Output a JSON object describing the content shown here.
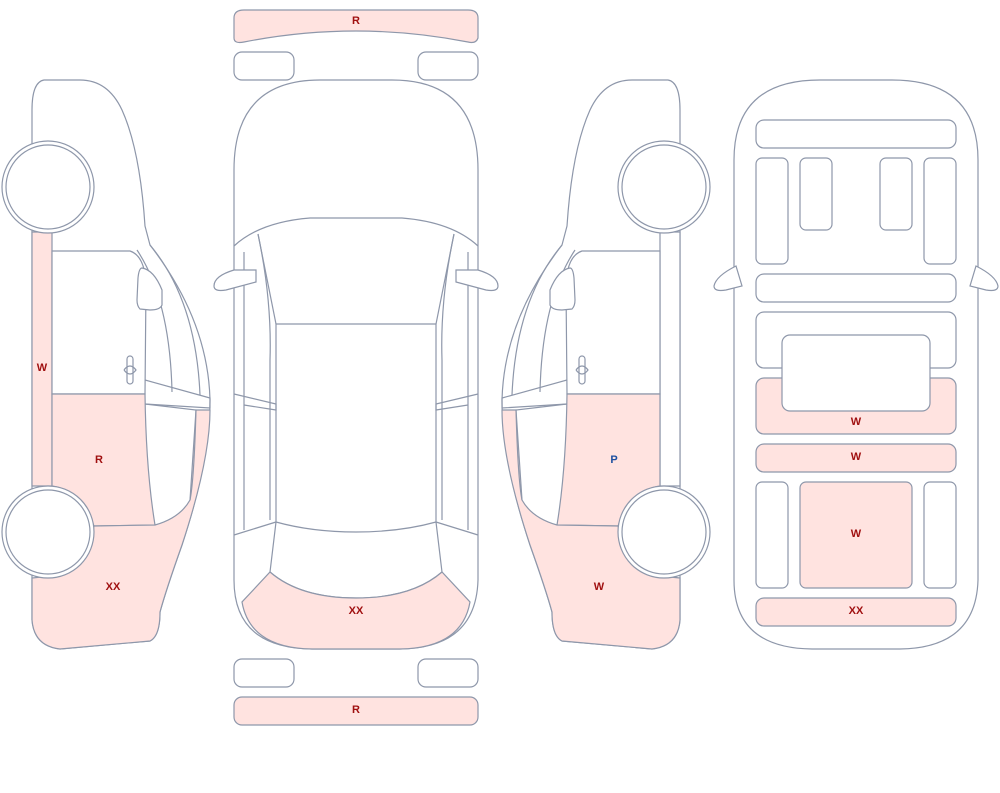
{
  "colors": {
    "outline": "#8e97aa",
    "damaged_fill": "#ffe3e0",
    "label_red": "#a01010",
    "label_blue": "#1d4fa0"
  },
  "codes": {
    "front_bumper_top": "R",
    "left_rocker": "W",
    "left_rear_door": "R",
    "left_rear_quarter": "XX",
    "top_rear_window": "XX",
    "rear_bumper_bottom": "R",
    "right_rear_door": "P",
    "right_rear_quarter": "W",
    "interior_rear_seat_back": "W",
    "interior_rear_seat_bench": "W",
    "interior_cargo_floor": "W",
    "interior_rear_trim": "XX"
  }
}
